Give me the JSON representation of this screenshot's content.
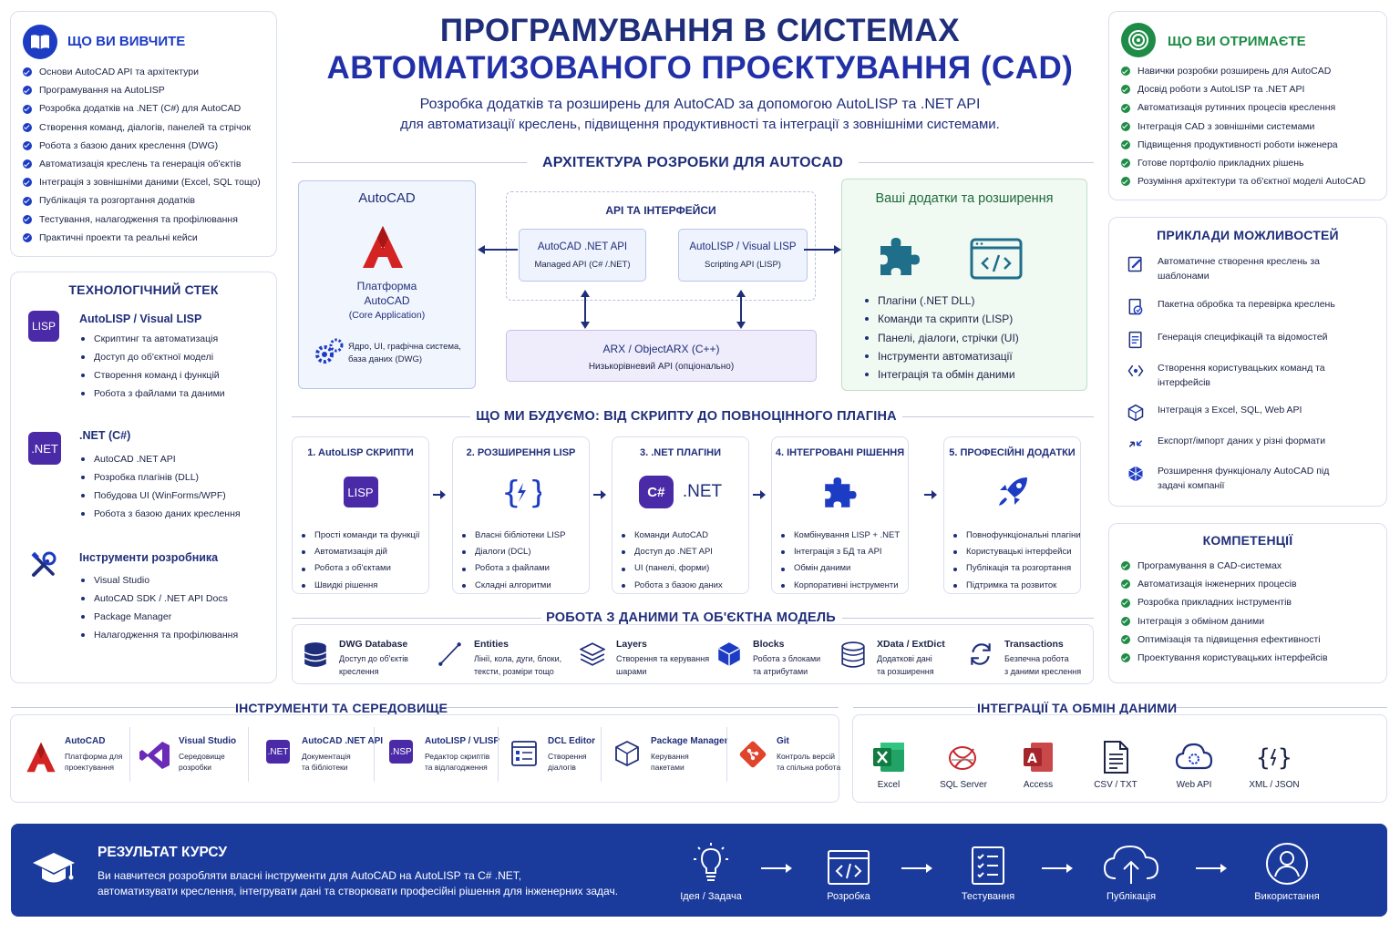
{
  "header": {
    "title_line1": "ПРОГРАМУВАННЯ В СИСТЕМАХ",
    "title_line2": "АВТОМАТИЗОВАНОГО ПРОЄКТУВАННЯ (CAD)",
    "subtitle_line1": "Розробка додатків та розширень для AutoCAD за допомогою AutoLISP та .NET API",
    "subtitle_line2": "для автоматизації креслень, підвищення продуктивності та інтеграції з зовнішніми системами."
  },
  "learn": {
    "title": "ЩО ВИ ВИВЧИТЕ",
    "items": [
      "Основи AutoCAD API та архітектури",
      "Програмування на AutoLISP",
      "Розробка додатків на .NET (C#) для AutoCAD",
      "Створення команд, діалогів, панелей та стрічок",
      "Робота з базою даних креслення (DWG)",
      "Автоматизація креслень та генерація об'єктів",
      "Інтеграція з зовнішніми даними (Excel, SQL тощо)",
      "Публікація та розгортання додатків",
      "Тестування, налагодження та профілювання",
      "Практичні проекти та реальні кейси"
    ]
  },
  "stack": {
    "title": "ТЕХНОЛОГІЧНИЙ СТЕК",
    "groups": [
      {
        "badge": "LISP",
        "name": "AutoLISP / Visual LISP",
        "items": [
          "Скриптинг та автоматизація",
          "Доступ до об'єктної моделі",
          "Створення команд і функцій",
          "Робота з файлами та даними"
        ]
      },
      {
        "badge": ".NET",
        "name": ".NET (C#)",
        "items": [
          "AutoCAD .NET API",
          "Розробка плагінів (DLL)",
          "Побудова UI (WinForms/WPF)",
          "Робота з базою даних креслення"
        ]
      },
      {
        "name": "Інструменти розробника",
        "items": [
          "Visual Studio",
          "AutoCAD SDK / .NET API Docs",
          "Package Manager",
          "Налагодження та профілювання"
        ]
      }
    ]
  },
  "get": {
    "title": "ЩО ВИ ОТРИМАЄТЕ",
    "items": [
      "Навички розробки розширень для AutoCAD",
      "Досвід роботи з AutoLISP та .NET API",
      "Автоматизація рутинних процесів креслення",
      "Інтеграція CAD з зовнішніми системами",
      "Підвищення продуктивності роботи інженера",
      "Готове портфоліо прикладних рішень",
      "Розуміння архітектури та об'єктної моделі AutoCAD"
    ]
  },
  "examples": {
    "title": "ПРИКЛАДИ МОЖЛИВОСТЕЙ",
    "items": [
      "Автоматичне створення креслень за шаблонами",
      "Пакетна обробка та перевірка креслень",
      "Генерація специфікацій та відомостей",
      "Створення користувацьких команд та інтерфейсів",
      "Інтеграція з Excel, SQL, Web API",
      "Експорт/імпорт даних у різні формати",
      "Розширення функціоналу AutoCAD під задачі компанії"
    ]
  },
  "competencies": {
    "title": "КОМПЕТЕНЦІЇ",
    "items": [
      "Програмування в CAD-системах",
      "Автоматизація інженерних процесів",
      "Розробка прикладних інструментів",
      "Інтеграція з обміном даними",
      "Оптимізація та підвищення ефективності",
      "Проектування користувацьких інтерфейсів"
    ]
  },
  "arch": {
    "title": "АРХІТЕКТУРА РОЗРОБКИ ДЛЯ AUTOCAD",
    "autocad": {
      "title": "AutoCAD",
      "logo": "A",
      "platform_line1": "Платформа",
      "platform_line2": "AutoCAD",
      "core": "(Core Application)",
      "desc_line1": "Ядро, UI, графічна система,",
      "desc_line2": "база даних (DWG)"
    },
    "api": {
      "title": "API ТА ІНТЕРФЕЙСИ",
      "net_title": "AutoCAD .NET API",
      "net_sub": "Managed API (C# /.NET)",
      "lisp_title": "AutoLISP / Visual LISP",
      "lisp_sub": "Scripting API (LISP)"
    },
    "arx": {
      "title": "ARX / ObjectARX (C++)",
      "sub": "Низькорівневий API (опціонально)"
    },
    "addons": {
      "title": "Ваші додатки та розширення",
      "items": [
        "Плагіни (.NET DLL)",
        "Команди та скрипти (LISP)",
        "Панелі, діалоги, стрічки (UI)",
        "Інструменти автоматизації",
        "Інтеграція та обмін даними"
      ]
    }
  },
  "build": {
    "title": "ЩО МИ БУДУЄМО: ВІД СКРИПТУ ДО ПОВНОЦІННОГО ПЛАГІНА",
    "stages": [
      {
        "title": "1. AutoLISP СКРИПТИ",
        "badge": "LISP",
        "items": [
          "Прості команди та функції",
          "Автоматизація дій",
          "Робота з об'єктами",
          "Швидкі рішення"
        ]
      },
      {
        "title": "2. РОЗШИРЕННЯ LISP",
        "badge": "{ ⚡ }",
        "items": [
          "Власні бібліотеки LISP",
          "Діалоги (DCL)",
          "Робота з файлами",
          "Складні алгоритми"
        ]
      },
      {
        "title": "3. .NET ПЛАГІНИ",
        "badge": "C#",
        "badge2": ".NET",
        "items": [
          "Команди AutoCAD",
          "Доступ до .NET API",
          "UI (панелі, форми)",
          "Робота з базою даних"
        ]
      },
      {
        "title": "4. ІНТЕГРОВАНІ РІШЕННЯ",
        "items": [
          "Комбінування LISP + .NET",
          "Інтеграція з БД та API",
          "Обмін даними",
          "Корпоративні інструменти"
        ]
      },
      {
        "title": "5. ПРОФЕСІЙНІ ДОДАТКИ",
        "items": [
          "Повнофункціональні плагіни",
          "Користувацькі інтерфейси",
          "Публікація та розгортання",
          "Підтримка та розвиток"
        ]
      }
    ]
  },
  "data_model": {
    "title": "РОБОТА З ДАНИМИ ТА ОБ'ЄКТНА МОДЕЛЬ",
    "items": [
      {
        "t": "DWG Database",
        "d1": "Доступ до об'єктів",
        "d2": "креслення"
      },
      {
        "t": "Entities",
        "d1": "Лінії, кола, дуги, блоки,",
        "d2": "тексти, розміри тощо"
      },
      {
        "t": "Layers",
        "d1": "Створення та керування",
        "d2": "шарами"
      },
      {
        "t": "Blocks",
        "d1": "Робота з блоками",
        "d2": "та атрибутами"
      },
      {
        "t": "XData / ExtDict",
        "d1": "Додаткові дані",
        "d2": "та розширення"
      },
      {
        "t": "Transactions",
        "d1": "Безпечна робота",
        "d2": "з даними креслення"
      }
    ]
  },
  "tools": {
    "title": "ІНСТРУМЕНТИ ТА СЕРЕДОВИЩЕ",
    "items": [
      {
        "t": "AutoCAD",
        "d1": "Платформа для",
        "d2": "проектування"
      },
      {
        "t": "Visual Studio",
        "d1": "Середовище",
        "d2": "розробки"
      },
      {
        "t": "AutoCAD .NET API",
        "d1": "Документація",
        "d2": "та бібліотеки",
        "badge": ".NET"
      },
      {
        "t": "AutoLISP / VLISP",
        "d1": "Редактор скриптів",
        "d2": "та відлагодження",
        "badge": ".NSP"
      },
      {
        "t": "DCL Editor",
        "d1": "Створення",
        "d2": "діалогів"
      },
      {
        "t": "Package Manager",
        "d1": "Керування",
        "d2": "пакетами"
      },
      {
        "t": "Git",
        "d1": "Контроль версій",
        "d2": "та спільна робота"
      }
    ]
  },
  "integrations": {
    "title": "ІНТЕГРАЦІЇ ТА ОБМІН ДАНИМИ",
    "items": [
      "Excel",
      "SQL Server",
      "Access",
      "CSV / TXT",
      "Web API",
      "XML / JSON"
    ]
  },
  "result": {
    "title": "РЕЗУЛЬТАТ КУРСУ",
    "text_line1": "Ви навчитеся розробляти власні інструменти для AutoCAD на AutoLISP та C#  .NET,",
    "text_line2": "автоматизувати креслення, інтегрувати дані та створювати професійні рішення для інженерних задач.",
    "steps": [
      "Ідея / Задача",
      "Розробка",
      "Тестування",
      "Публікація",
      "Використання"
    ]
  },
  "colors": {
    "navy": "#1f2e7a",
    "blue": "#1d3cc4",
    "green": "#1e8c46",
    "red": "#d42323",
    "purple": "#4b2aa8",
    "footer": "#1a3a9c"
  }
}
